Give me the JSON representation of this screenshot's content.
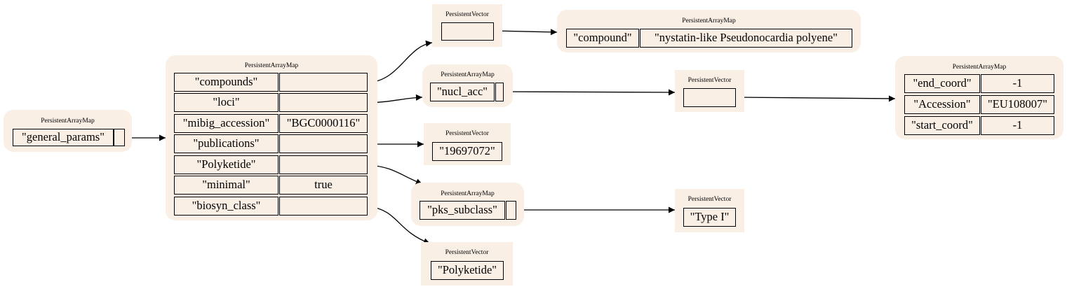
{
  "nodes": {
    "root": {
      "type": "PersistentArrayMap",
      "key": "\"general_params\""
    },
    "params": {
      "type": "PersistentArrayMap",
      "rows": [
        {
          "key": "\"compounds\"",
          "value": ""
        },
        {
          "key": "\"loci\"",
          "value": ""
        },
        {
          "key": "\"mibig_accession\"",
          "value": "\"BGC0000116\""
        },
        {
          "key": "\"publications\"",
          "value": ""
        },
        {
          "key": "\"Polyketide\"",
          "value": ""
        },
        {
          "key": "\"minimal\"",
          "value": "true"
        },
        {
          "key": "\"biosyn_class\"",
          "value": ""
        }
      ]
    },
    "compounds_vec": {
      "type": "PersistentVector"
    },
    "compound_map": {
      "type": "PersistentArrayMap",
      "key": "\"compound\"",
      "value": "\"nystatin-like Pseudonocardia polyene\""
    },
    "loci_map": {
      "type": "PersistentArrayMap",
      "key": "\"nucl_acc\""
    },
    "nucl_vec": {
      "type": "PersistentVector"
    },
    "nucl_map": {
      "type": "PersistentArrayMap",
      "rows": [
        {
          "key": "\"end_coord\"",
          "value": "-1"
        },
        {
          "key": "\"Accession\"",
          "value": "\"EU108007\""
        },
        {
          "key": "\"start_coord\"",
          "value": "-1"
        }
      ]
    },
    "pub_vec": {
      "type": "PersistentVector",
      "item": "\"19697072\""
    },
    "pk_map": {
      "type": "PersistentArrayMap",
      "key": "\"pks_subclass\""
    },
    "pks_vec": {
      "type": "PersistentVector",
      "item": "\"Type I\""
    },
    "biosyn_vec": {
      "type": "PersistentVector",
      "item": "\"Polyketide\""
    }
  }
}
